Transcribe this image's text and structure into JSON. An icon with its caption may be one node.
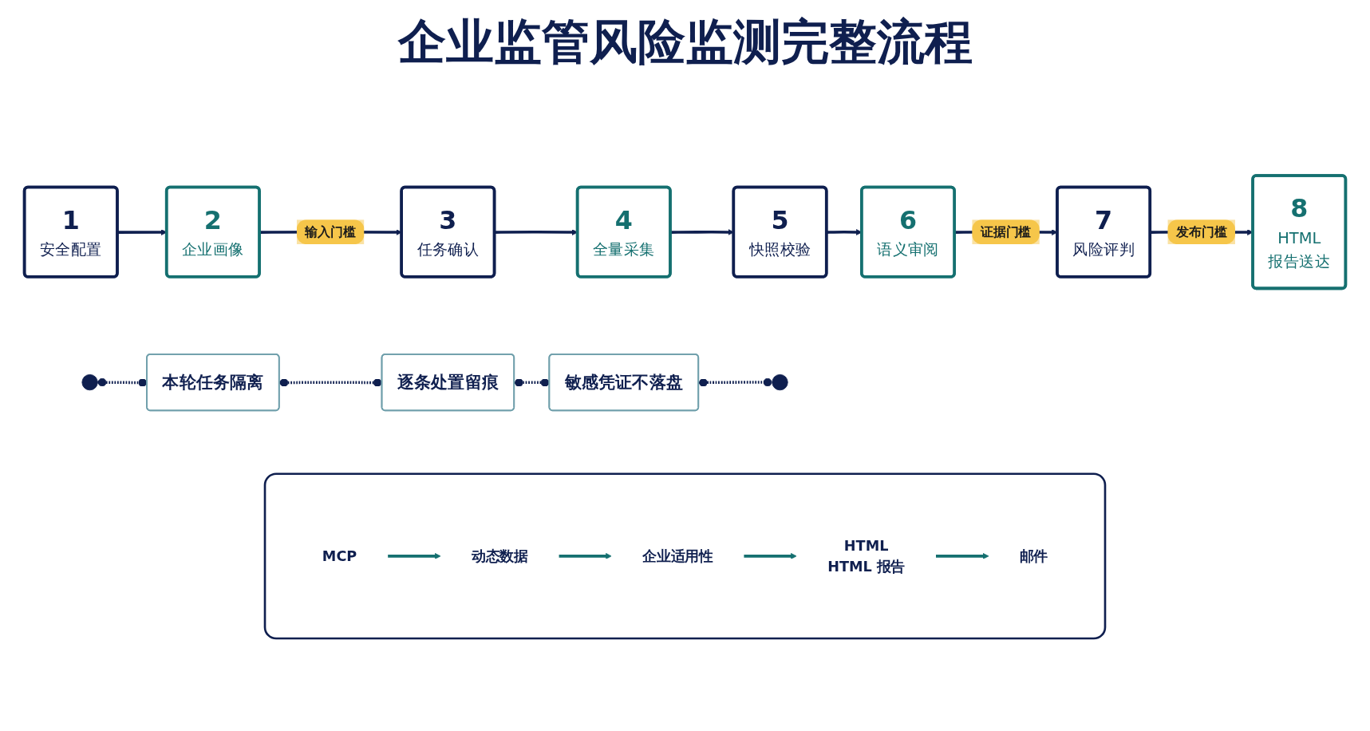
{
  "diagram": {
    "title": "企业监管风险监测完整流程",
    "nodes": [
      {
        "text": [
          "1",
          "安全配置"
        ]
      },
      {
        "text": [
          "2",
          "企业画像"
        ]
      },
      {
        "text": [
          "3",
          "任务确认"
        ]
      },
      {
        "text": [
          "4",
          "全量采集"
        ]
      },
      {
        "text": [
          "5",
          "快照校验"
        ]
      },
      {
        "text": [
          "6",
          "语义审阅"
        ]
      },
      {
        "text": [
          "7",
          "风险评判"
        ]
      },
      {
        "text": [
          "8",
          "HTML",
          "报告送达"
        ]
      },
      {
        "text": [],
        "shape": "circle"
      },
      {
        "text": [
          "本轮任务隔离"
        ]
      },
      {
        "text": [
          "逐条处置留痕"
        ]
      },
      {
        "text": [
          "敏感凭证不落盘"
        ]
      },
      {
        "text": [],
        "shape": "circle"
      },
      {
        "text": [],
        "shape": "box"
      },
      {
        "text": [
          "MCP"
        ],
        "in": 13
      },
      {
        "text": [
          "动态数据"
        ],
        "in": 13
      },
      {
        "text": [
          "企业适用性"
        ],
        "in": 13
      },
      {
        "text": [
          "HTML",
          "HTML 报告"
        ],
        "in": 13
      },
      {
        "text": [
          "邮件"
        ],
        "in": 13
      }
    ],
    "edges": [
      {
        "from": 0,
        "to": 1,
        "arrow": "to"
      },
      {
        "from": 1,
        "to": 2,
        "arrow": "to",
        "label": "输入门槛"
      },
      {
        "from": 2,
        "to": 3,
        "arrow": "to"
      },
      {
        "from": 3,
        "to": 4,
        "arrow": "to"
      },
      {
        "from": 4,
        "to": 5,
        "arrow": "to"
      },
      {
        "from": 5,
        "to": 6,
        "arrow": "to",
        "label": "证据门槛"
      },
      {
        "from": 6,
        "to": 7,
        "arrow": "to",
        "label": "发布门槛"
      },
      {
        "from": 8,
        "to": 9,
        "arrow": "other",
        "style": "dashed"
      },
      {
        "from": 9,
        "to": 10,
        "arrow": "other",
        "style": "dashed"
      },
      {
        "from": 10,
        "to": 11,
        "arrow": "other",
        "style": "dashed"
      },
      {
        "from": 11,
        "to": 12,
        "arrow": "other",
        "style": "dashed"
      },
      {
        "from": 14,
        "to": 15,
        "arrow": "to",
        "color": "#157070"
      },
      {
        "from": 15,
        "to": 16,
        "arrow": "to",
        "color": "#157070"
      },
      {
        "from": 16,
        "to": 17,
        "arrow": "to",
        "color": "#157070"
      },
      {
        "from": 17,
        "to": 18,
        "arrow": "to",
        "color": "#157070"
      }
    ]
  }
}
